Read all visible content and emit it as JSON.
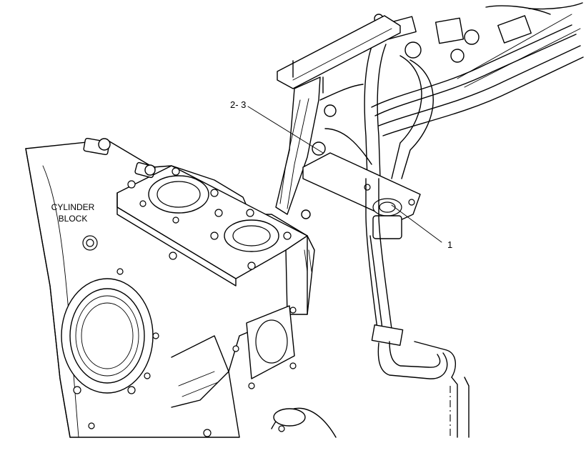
{
  "diagram": {
    "part_label": {
      "line1": "CYLINDER",
      "line2": "BLOCK"
    },
    "callouts": [
      {
        "id": "callout-1",
        "text": "1"
      },
      {
        "id": "callout-2-3",
        "text": "2- 3"
      }
    ]
  },
  "colors": {
    "line": "#000000",
    "background": "#ffffff"
  }
}
